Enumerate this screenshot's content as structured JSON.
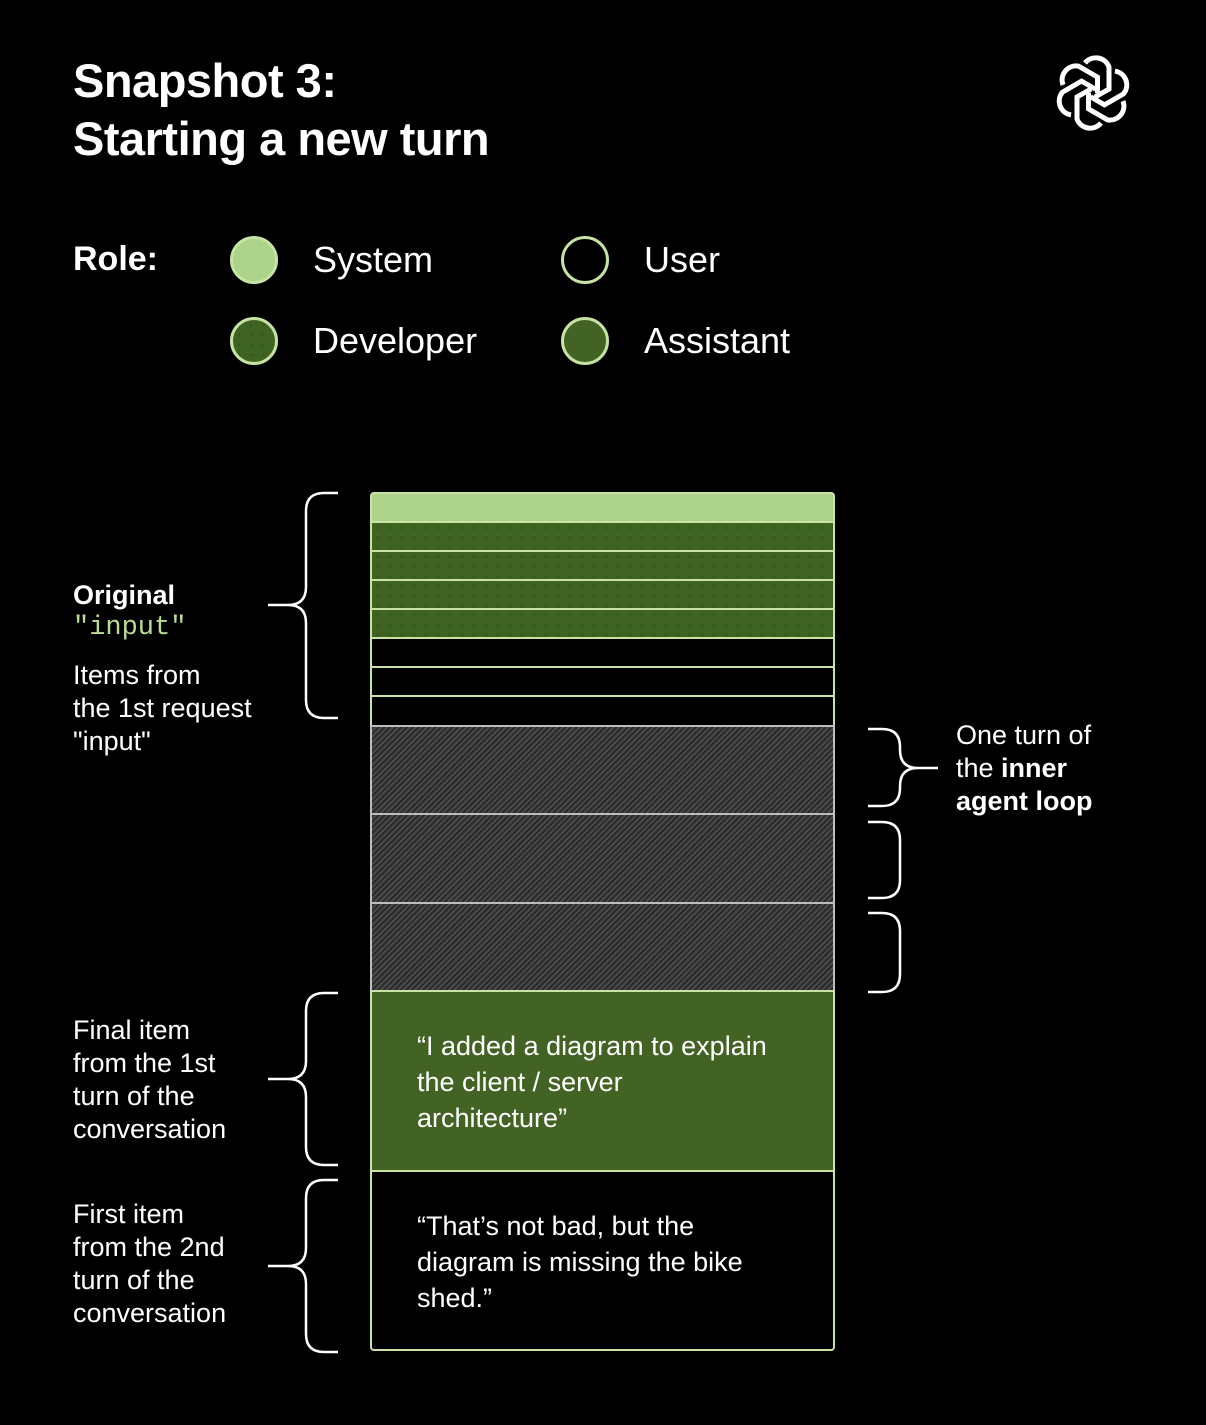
{
  "title": {
    "line1": "Snapshot 3:",
    "line2": "Starting a new turn"
  },
  "logo": "openai-logo-icon",
  "legend": {
    "label": "Role:",
    "items": [
      {
        "label": "System",
        "color": "#acd389"
      },
      {
        "label": "User",
        "color": "#000000"
      },
      {
        "label": "Developer",
        "color": "#3f6321"
      },
      {
        "label": "Assistant",
        "color": "#426324"
      }
    ]
  },
  "annotations": {
    "original_title": "Original",
    "original_code": "\"input\"",
    "original_desc_1": "Items from",
    "original_desc_2": "the 1st request",
    "original_desc_3": "\"input\"",
    "inner_loop_1": "One turn of",
    "inner_loop_2a": "the ",
    "inner_loop_2b": "inner",
    "inner_loop_3": "agent loop",
    "final_1": "Final item",
    "final_2": "from the 1st",
    "final_3": "turn of the",
    "final_4": "conversation",
    "first_1": "First item",
    "first_2": "from the 2nd",
    "first_3": "turn of the",
    "first_4": "conversation"
  },
  "stack": {
    "assistant_quote": "“I added a diagram to explain the client / server architecture”",
    "user_quote": "“That’s not bad, but the diagram is missing the bike shed.”"
  }
}
